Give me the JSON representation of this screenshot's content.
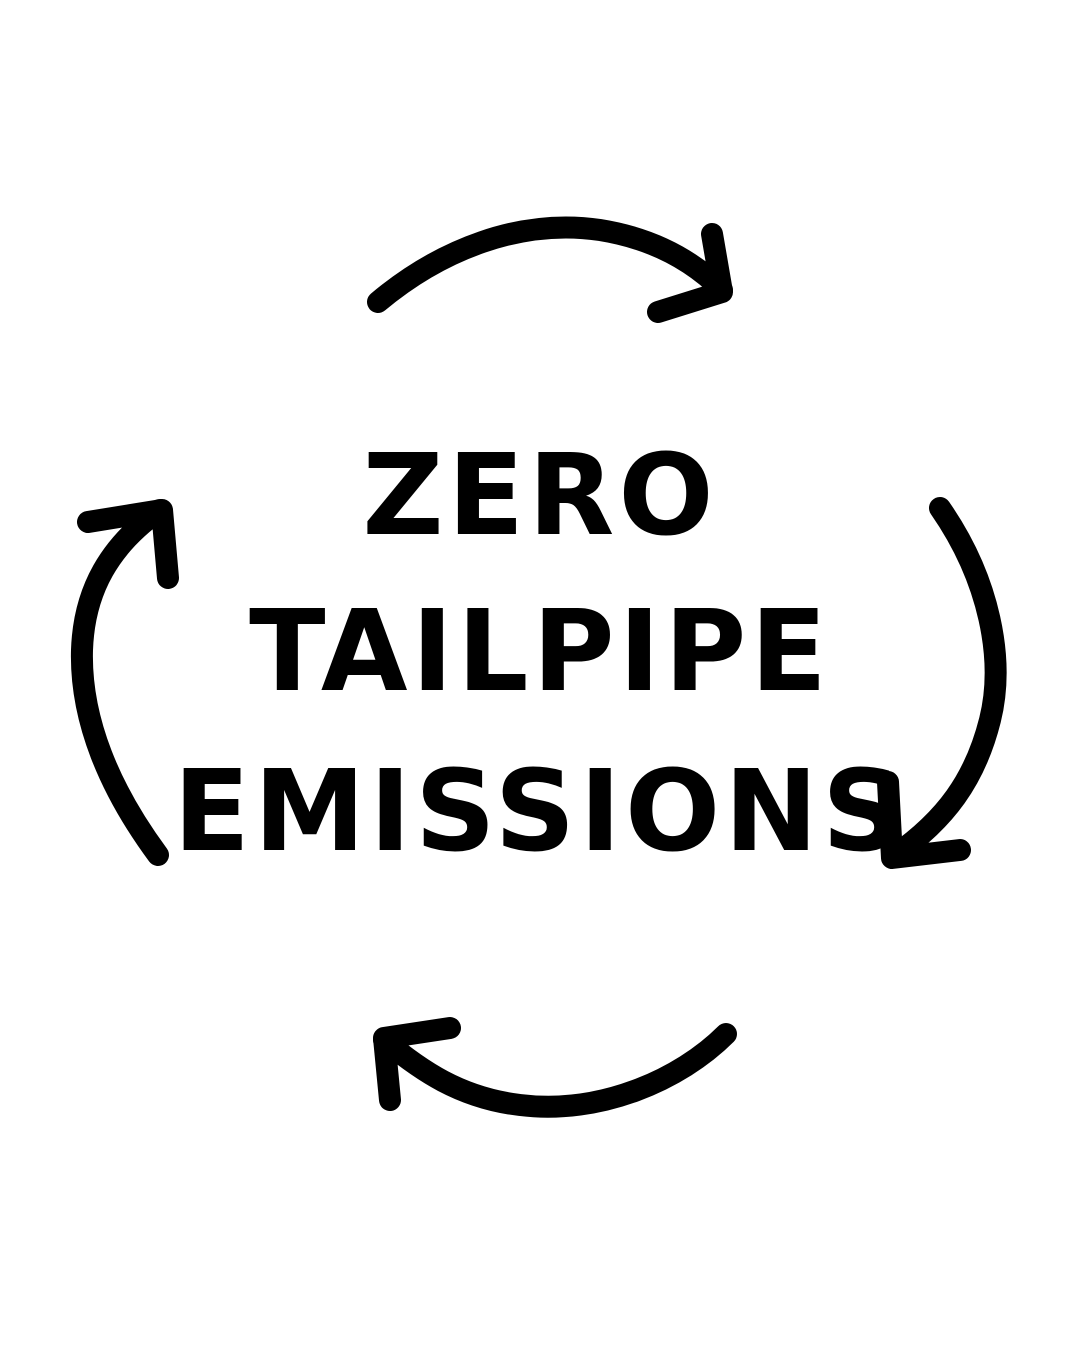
{
  "headline": {
    "lines": [
      "ZERO",
      "TAILPIPE",
      "EMISSIONS"
    ]
  },
  "colors": {
    "ink": "#000000",
    "background": "#ffffff"
  },
  "icons": [
    "cycle-arrow-top-icon",
    "cycle-arrow-right-icon",
    "cycle-arrow-bottom-icon",
    "cycle-arrow-left-icon"
  ]
}
